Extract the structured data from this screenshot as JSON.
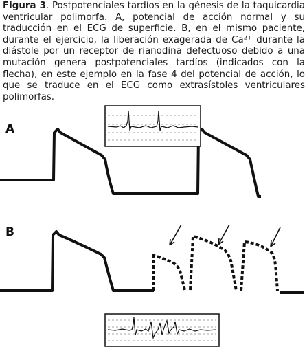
{
  "caption": {
    "label": "Figura 3",
    "text": ". Postpotenciales tardíos en la génesis de la taquicardia ventricular polimorfa. A, potencial de acción normal y su traducción en el ECG de superficie. B, en el mismo paciente, durante el ejercicio, la liberación exagerada de Ca²⁺ durante la diástole por un receptor de rianodina defectuoso debido a una mutación genera postpotenciales tardíos (indicados con la flecha), en este ejemplo en la fase 4 del potencial de acción, lo que se traduce en el ECG como extrasístoles ventriculares polimorfas."
  },
  "panels": {
    "a_label": "A",
    "b_label": "B"
  },
  "colors": {
    "trace": "#111111",
    "ecg_grid": "#777777",
    "background": "#ffffff"
  }
}
